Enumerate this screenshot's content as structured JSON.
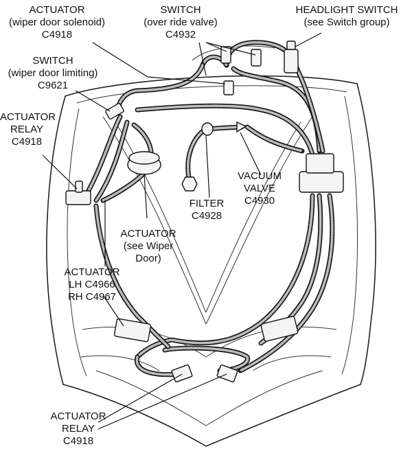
{
  "labels": {
    "actuator_wiper_solenoid": {
      "line1": "ACTUATOR",
      "line2": "(wiper door solenoid)",
      "line3": "C4918"
    },
    "switch_over_ride": {
      "line1": "SWITCH",
      "line2": "(over ride valve)",
      "line3": "C4932"
    },
    "headlight_switch": {
      "line1": "HEADLIGHT SWITCH",
      "line2": "(see Switch group)"
    },
    "switch_wiper_limiting": {
      "line1": "SWITCH",
      "line2": "(wiper door limiting)",
      "line3": "C9621"
    },
    "actuator_relay_top": {
      "line1": "ACTUATOR",
      "line2": "RELAY",
      "line3": "C4918"
    },
    "vacuum_valve": {
      "line1": "VACUUM",
      "line2": "VALVE",
      "line3": "C4930"
    },
    "filter": {
      "line1": "FILTER",
      "line2": "C4928"
    },
    "actuator_wiper_door": {
      "line1": "ACTUATOR",
      "line2": "(see Wiper",
      "line3": "Door)"
    },
    "actuator_lh_rh": {
      "line1": "ACTUATOR",
      "line2": "LH C4966",
      "line3": "RH C4967"
    },
    "actuator_relay_bottom": {
      "line1": "ACTUATOR",
      "line2": "RELAY",
      "line3": "C4918"
    }
  }
}
